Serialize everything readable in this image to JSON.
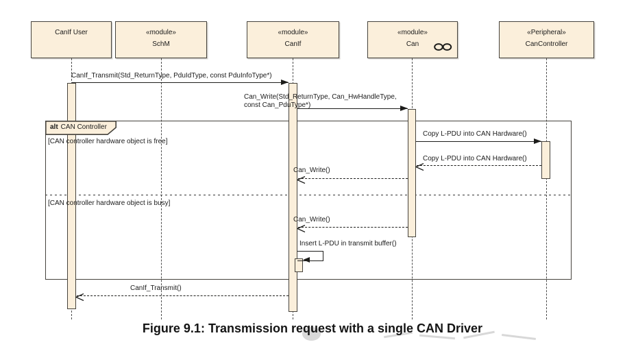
{
  "diagram_type": "uml-sequence",
  "participants": [
    {
      "id": "canif-user",
      "line1": "CanIf User",
      "line2": ""
    },
    {
      "id": "schm",
      "line1": "«module»",
      "line2": "SchM"
    },
    {
      "id": "canif",
      "line1": "«module»",
      "line2": "CanIf"
    },
    {
      "id": "can",
      "line1": "«module»",
      "line2": "Can",
      "icon": "linked-circles-icon"
    },
    {
      "id": "cancontroller",
      "line1": "«Peripheral»",
      "line2": "CanController"
    }
  ],
  "fragment": {
    "operator": "alt",
    "title": "CAN Controller",
    "guards": [
      "[CAN controller hardware object is free]",
      "[CAN controller hardware object is busy]"
    ]
  },
  "messages": {
    "canif_transmit_call": "CanIf_Transmit(Std_ReturnType, PduIdType, const PduInfoType*)",
    "can_write_call_line1": "Can_Write(Std_ReturnType, Can_HwHandleType,",
    "can_write_call_line2": "const Can_PduType*)",
    "copy_lpdu_call": "Copy L-PDU into CAN Hardware()",
    "copy_lpdu_return": "Copy L-PDU into CAN Hardware()",
    "can_write_return_free": "Can_Write()",
    "can_write_return_busy": "Can_Write()",
    "insert_lpdu_self": "Insert L-PDU in transmit buffer()",
    "canif_transmit_return": "CanIf_Transmit()"
  },
  "caption": "Figure 9.1: Transmission request with a single CAN Driver",
  "colors": {
    "participant_fill": "#fbefdb",
    "participant_border": "#45423c",
    "message_line": "#1d1d1b"
  }
}
